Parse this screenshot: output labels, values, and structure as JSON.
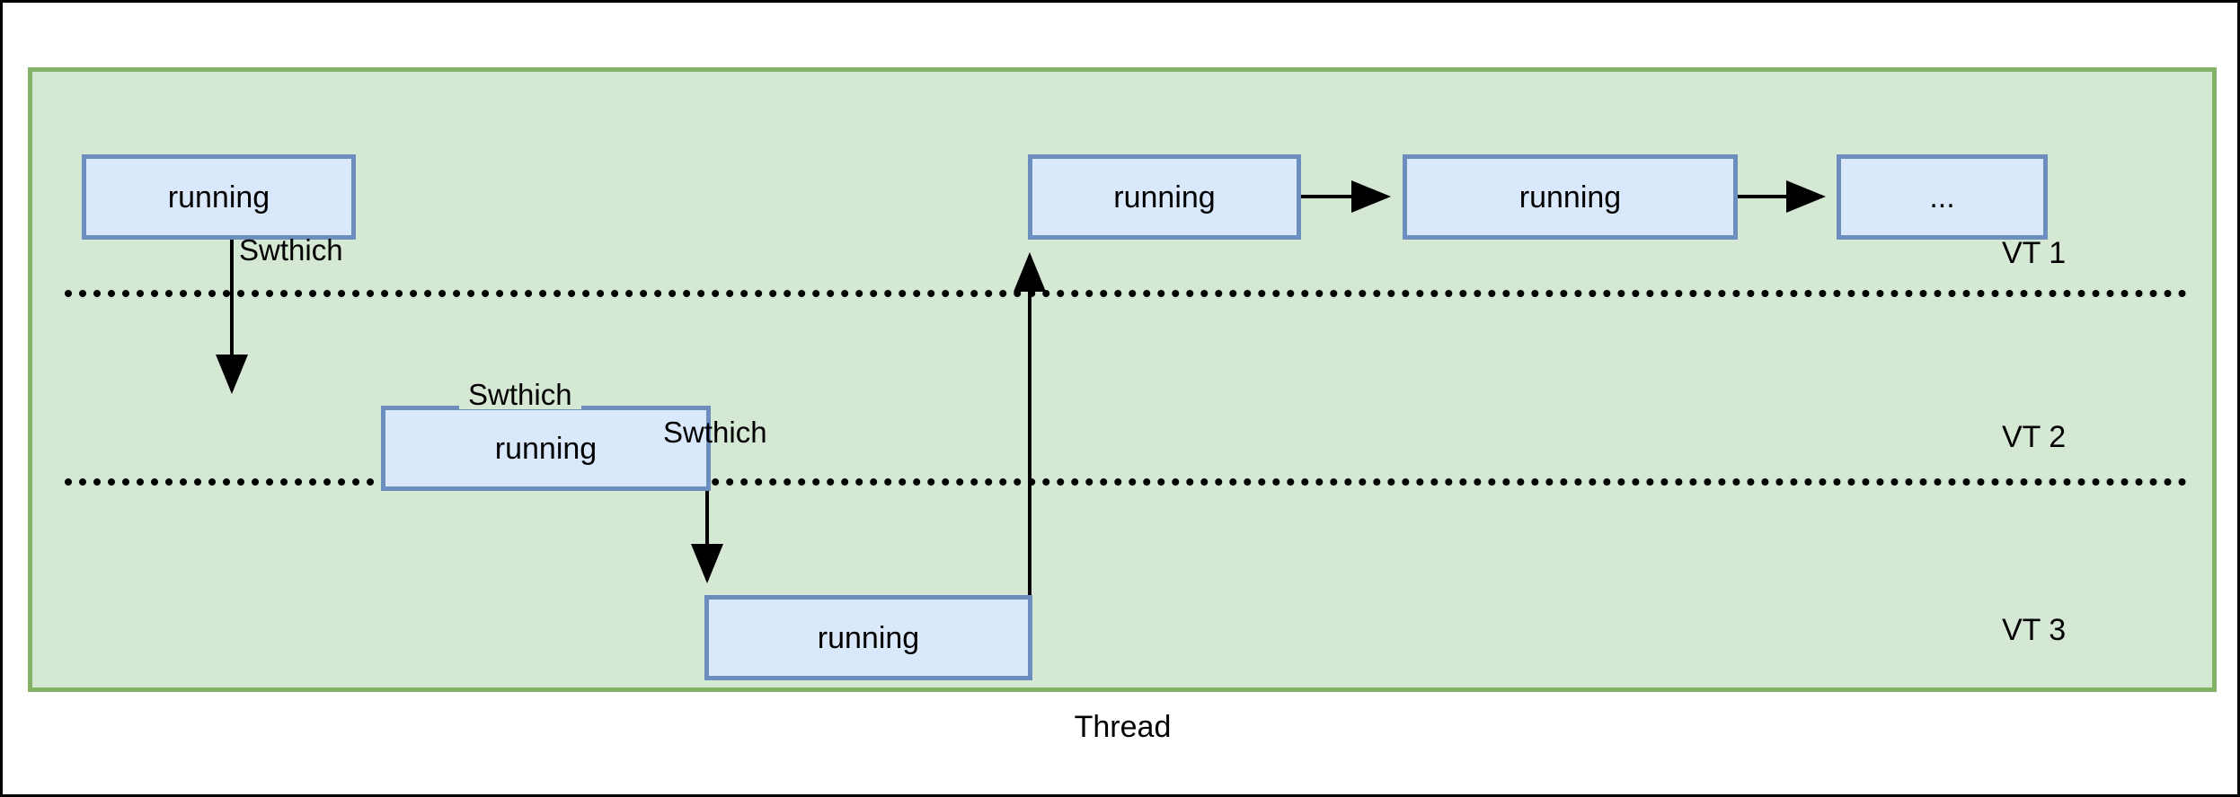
{
  "diagram": {
    "caption": "Thread",
    "container_fill": "#d5e8d4",
    "container_stroke": "#82b366",
    "box_fill": "#dae8fc",
    "box_stroke": "#6c8ebf",
    "page_background": "#ffffff",
    "line_color": "#000000"
  },
  "lanes": [
    {
      "id": "vt1",
      "label": "VT 1"
    },
    {
      "id": "vt2",
      "label": "VT 2"
    },
    {
      "id": "vt3",
      "label": "VT 3"
    }
  ],
  "boxes": [
    {
      "id": "a",
      "lane": "vt1",
      "label": "running"
    },
    {
      "id": "b",
      "lane": "vt2",
      "label": "running"
    },
    {
      "id": "c",
      "lane": "vt3",
      "label": "running"
    },
    {
      "id": "d",
      "lane": "vt1",
      "label": "running"
    },
    {
      "id": "e",
      "lane": "vt1",
      "label": "running"
    },
    {
      "id": "f",
      "lane": "vt1",
      "label": "..."
    }
  ],
  "switches": [
    {
      "id": "s1",
      "label": "Swthich",
      "from": "a",
      "to": "b",
      "direction": "down"
    },
    {
      "id": "s2",
      "label": "Swthich",
      "from": "c",
      "to": "d",
      "direction": "up"
    },
    {
      "id": "s3",
      "label": "Swthich",
      "from": "b",
      "to": "c",
      "direction": "down"
    }
  ],
  "sequence_arrows": [
    {
      "from": "d",
      "to": "e"
    },
    {
      "from": "e",
      "to": "f"
    }
  ]
}
